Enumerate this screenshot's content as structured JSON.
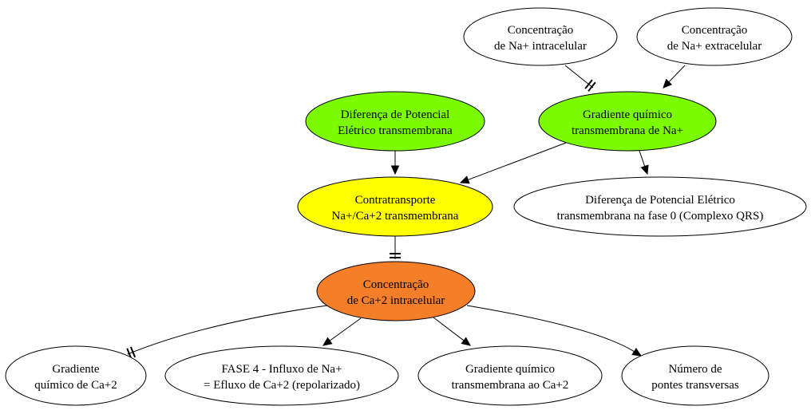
{
  "colors": {
    "green": "#7cfc00",
    "yellow": "#ffff00",
    "orange": "#f47f28",
    "white": "#ffffff",
    "stroke": "#000000"
  },
  "nodes": {
    "na_intra": {
      "line1": "Concentração",
      "line2": "de Na+ intracelular",
      "fill": "white"
    },
    "na_extra": {
      "line1": "Concentração",
      "line2": "de Na+ extracelular",
      "fill": "white"
    },
    "pot_diff": {
      "line1": "Diferença de Potencial",
      "line2": "Elétrico transmembrana",
      "fill": "green"
    },
    "na_grad": {
      "line1": "Gradiente químico",
      "line2": "transmembrana de Na+",
      "fill": "green"
    },
    "contra": {
      "line1": "Contratransporte",
      "line2": "Na+/Ca+2 transmembrana",
      "fill": "yellow"
    },
    "pot_qrs": {
      "line1": "Diferença de Potencial Elétrico",
      "line2": "transmembrana na fase 0 (Complexo QRS)",
      "fill": "white"
    },
    "ca_intra": {
      "line1": "Concentração",
      "line2": "de Ca+2 intracelular",
      "fill": "orange"
    },
    "ca_grad_chem": {
      "line1": "Gradiente",
      "line2": "químico de Ca+2",
      "fill": "white"
    },
    "fase4": {
      "line1": "FASE 4 - Influxo de Na+",
      "line2": "= Efluxo de Ca+2 (repolarizado)",
      "fill": "white"
    },
    "ca_grad_trans": {
      "line1": "Gradiente químico",
      "line2": "transmembrana ao Ca+2",
      "fill": "white"
    },
    "pontes": {
      "line1": "Número de",
      "line2": "pontes transversas",
      "fill": "white"
    }
  },
  "edges": [
    {
      "from": "na_intra",
      "to": "na_grad",
      "type": "inhibit"
    },
    {
      "from": "na_extra",
      "to": "na_grad",
      "type": "arrow"
    },
    {
      "from": "pot_diff",
      "to": "contra",
      "type": "arrow"
    },
    {
      "from": "na_grad",
      "to": "contra",
      "type": "arrow"
    },
    {
      "from": "na_grad",
      "to": "pot_qrs",
      "type": "arrow"
    },
    {
      "from": "contra",
      "to": "ca_intra",
      "type": "inhibit"
    },
    {
      "from": "ca_intra",
      "to": "ca_grad_chem",
      "type": "inhibit"
    },
    {
      "from": "ca_intra",
      "to": "fase4",
      "type": "arrow"
    },
    {
      "from": "ca_intra",
      "to": "ca_grad_trans",
      "type": "arrow"
    },
    {
      "from": "ca_intra",
      "to": "pontes",
      "type": "arrow"
    }
  ]
}
